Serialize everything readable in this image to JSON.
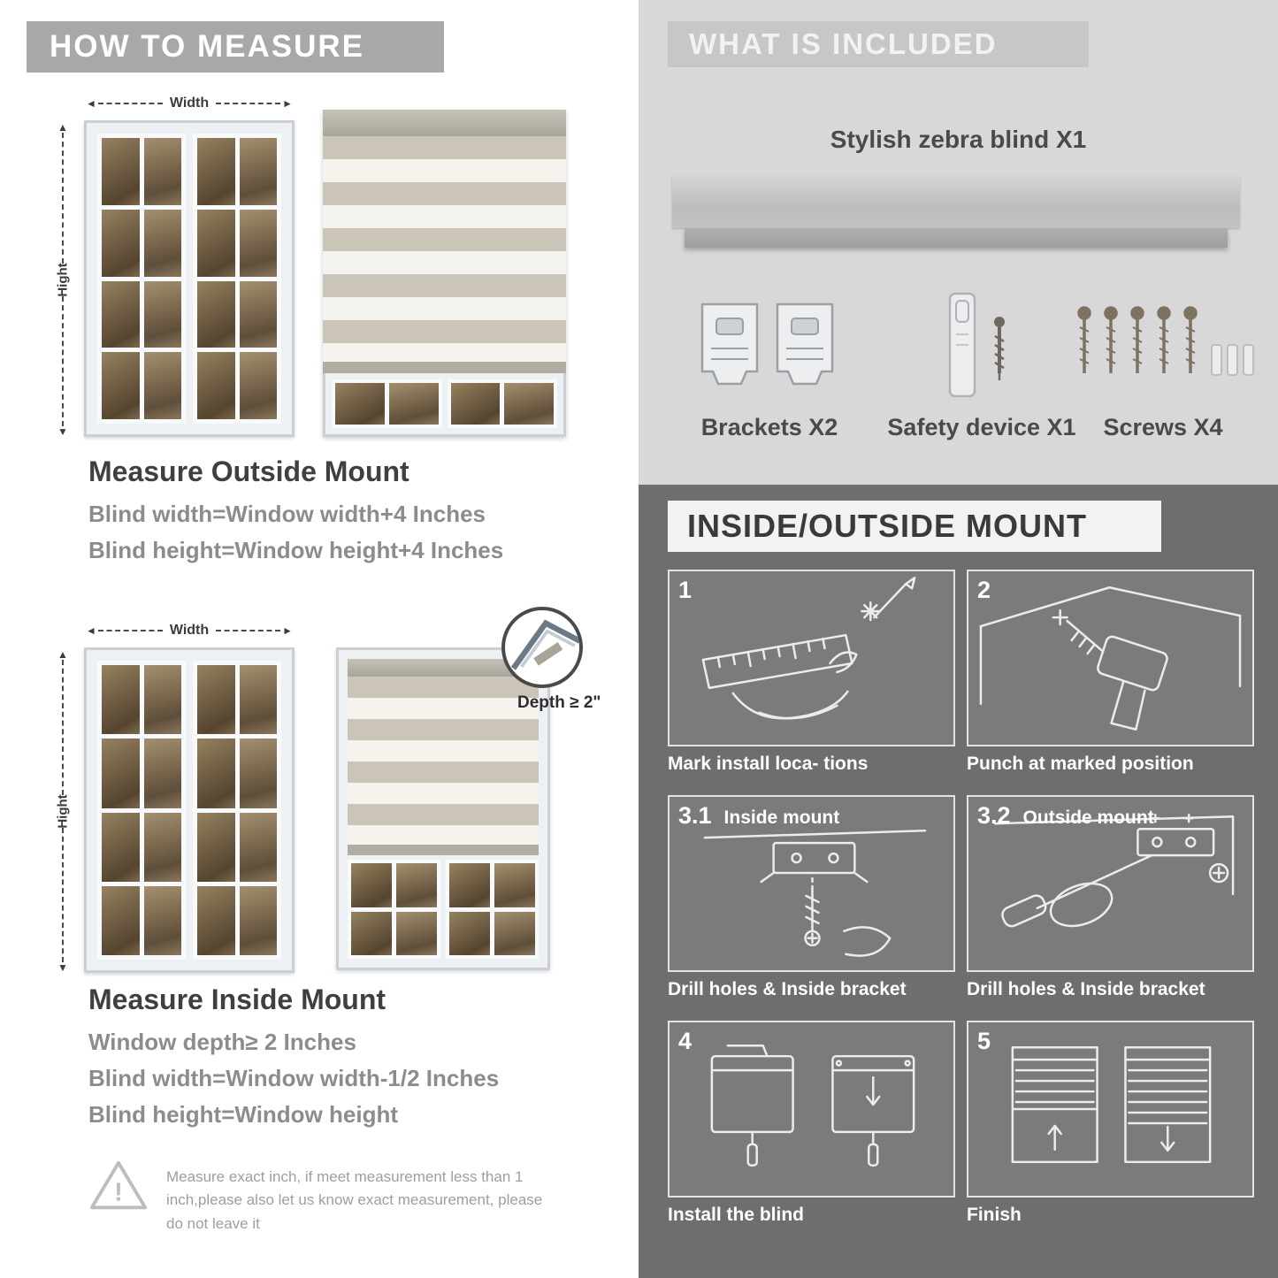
{
  "colors": {
    "header_gray": "#a8a8a8",
    "included_panel_gray": "#d8d8d8",
    "mount_panel_gray": "#6e6e6e",
    "heading_text": "#3f3f3f",
    "formula_text": "#8c8c8c"
  },
  "left": {
    "header": "HOW TO MEASURE",
    "warning_icon": "!",
    "outside": {
      "width_label": "Width",
      "height_label": "Hight",
      "title": "Measure Outside Mount",
      "line1": "Blind width=Window width+4 Inches",
      "line2": "Blind height=Window height+4 Inches"
    },
    "inside": {
      "width_label": "Width",
      "height_label": "Hight",
      "depth_label": "Depth ≥ 2\"",
      "title": "Measure Inside Mount",
      "line1": "Window depth≥ 2 Inches",
      "line2": "Blind width=Window width-1/2 Inches",
      "line3": "Blind height=Window height"
    },
    "note": "Measure exact inch, if meet measurement less than 1 inch,please also let us know exact measurement, please do not leave it"
  },
  "right": {
    "included": {
      "header": "WHAT IS INCLUDED",
      "blind_label": "Stylish zebra blind X1",
      "items": [
        {
          "label": "Brackets X2"
        },
        {
          "label": "Safety device X1"
        },
        {
          "label": "Screws X4"
        }
      ]
    },
    "mount": {
      "header": "INSIDE/OUTSIDE MOUNT",
      "steps": [
        {
          "num": "1",
          "caption": "Mark install loca- tions"
        },
        {
          "num": "2",
          "caption": "Punch at  marked position"
        },
        {
          "num": "3.1",
          "title": "Inside mount",
          "caption": "Drill holes &  Inside bracket"
        },
        {
          "num": "3.2",
          "title": "Outside mount",
          "caption": "Drill holes &  Inside bracket"
        },
        {
          "num": "4",
          "caption": "Install the blind"
        },
        {
          "num": "5",
          "caption": "Finish"
        }
      ]
    }
  }
}
